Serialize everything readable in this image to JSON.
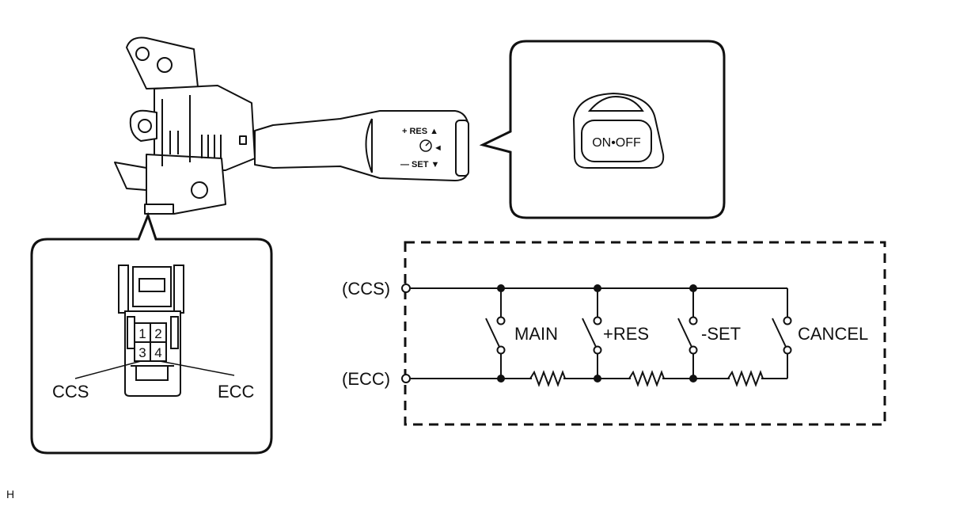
{
  "connector": {
    "pins": [
      "1",
      "2",
      "3",
      "4"
    ],
    "ccs_label": "CCS",
    "ecc_label": "ECC"
  },
  "lever": {
    "res_label": "+ RES ▲",
    "set_label": "— SET ▼",
    "cancel_arrow": "◄"
  },
  "button": {
    "label": "ON•OFF"
  },
  "circuit": {
    "top_terminal": "(CCS)",
    "bottom_terminal": "(ECC)",
    "switches": [
      "MAIN",
      "+RES",
      "-SET",
      "CANCEL"
    ]
  },
  "corner_mark": "H"
}
